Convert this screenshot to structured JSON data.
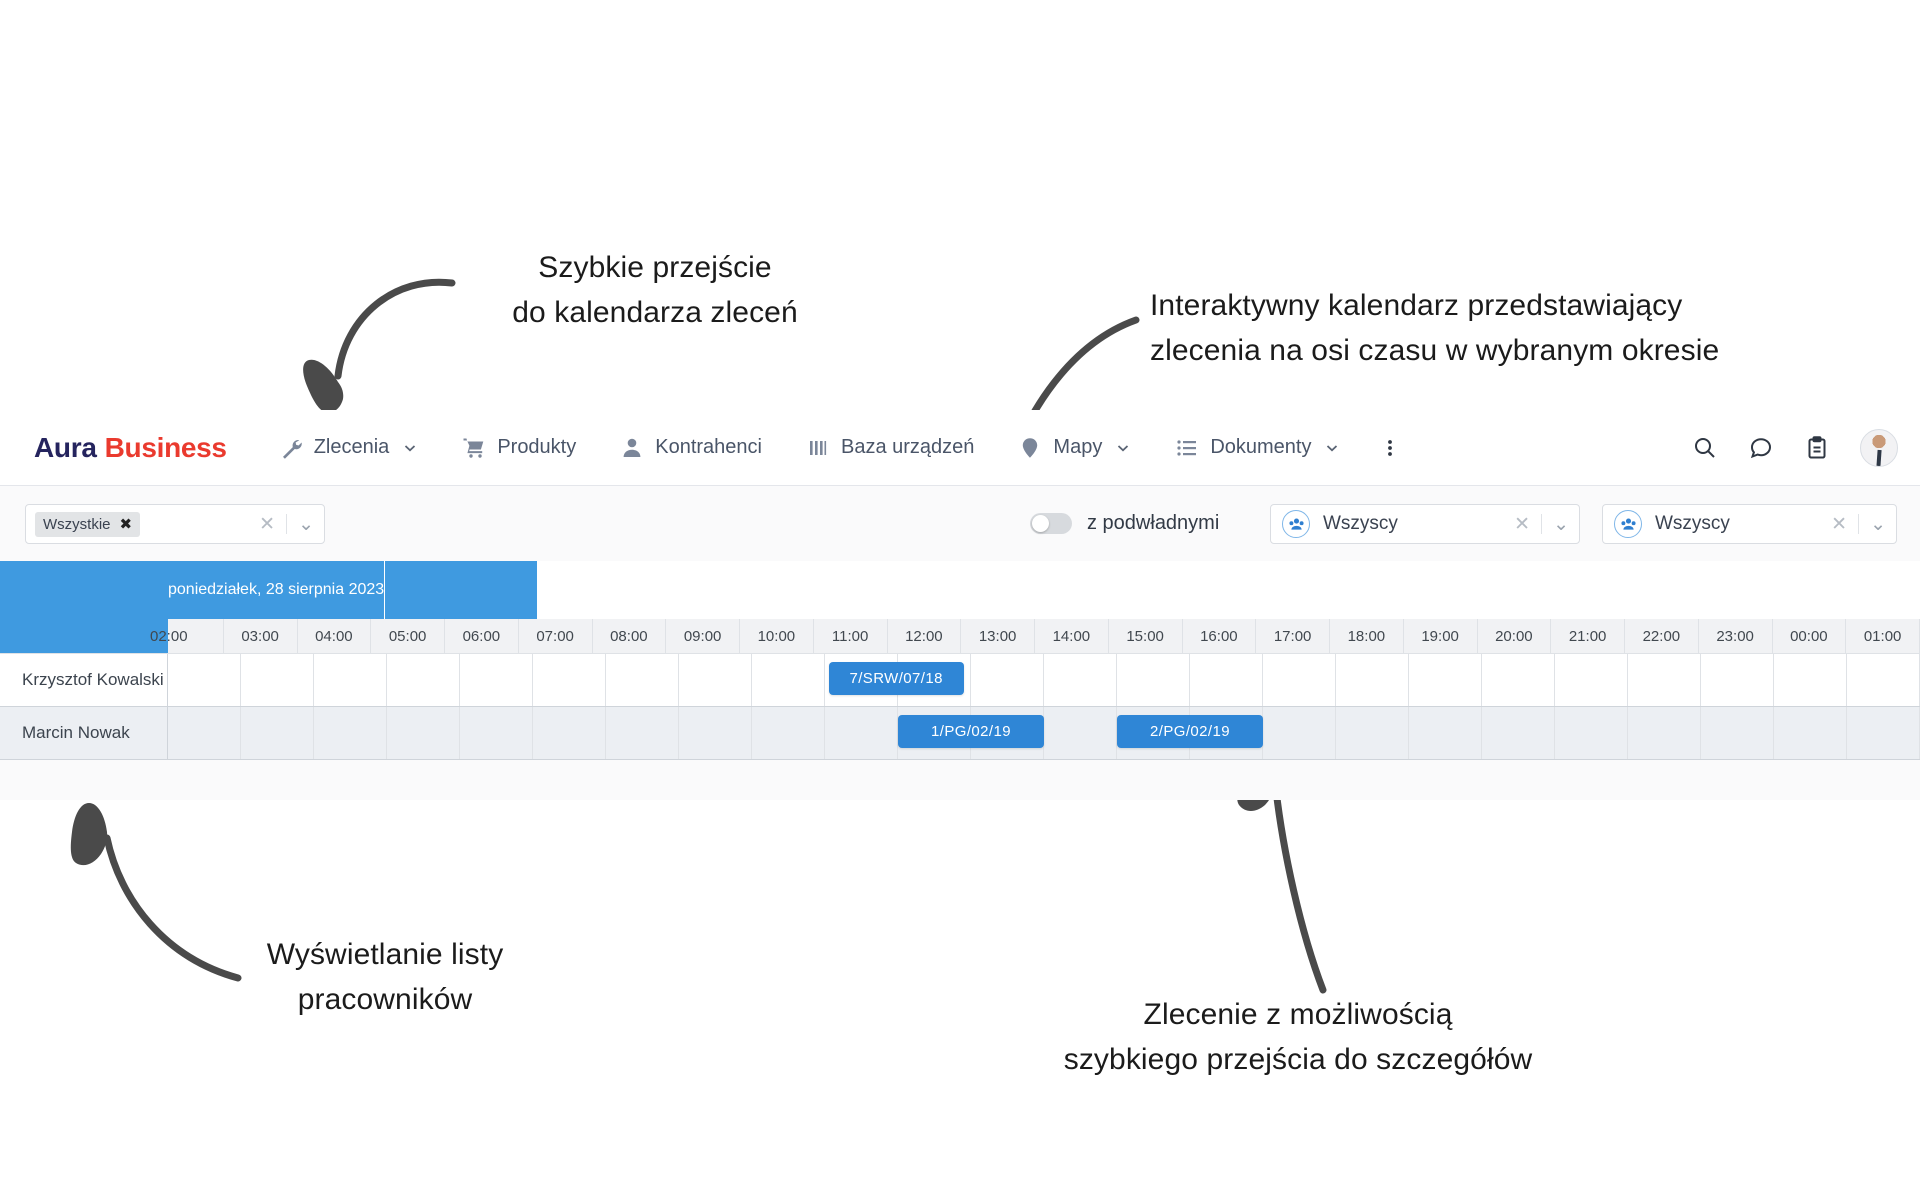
{
  "annotations": [
    {
      "id": "a1",
      "text": "Szybkie przejście\ndo kalendarza zleceń"
    },
    {
      "id": "a2",
      "text": "Interaktywny kalendarz przedstawiający\nzlecenia na osi czasu w wybranym okresie"
    },
    {
      "id": "a3",
      "text": "Wyświetlanie listy\npracowników"
    },
    {
      "id": "a4",
      "text": "Zlecenie z możliwością\nszybkiego przejścia do szczegółów"
    }
  ],
  "brand": {
    "first": "Aura",
    "second": "Business",
    "color_first": "#25245e",
    "color_second": "#ea3a2e"
  },
  "nav": {
    "items": [
      {
        "label": "Zlecenia",
        "icon": "wrench-icon",
        "caret": true
      },
      {
        "label": "Produkty",
        "icon": "cart-icon",
        "caret": false
      },
      {
        "label": "Kontrahenci",
        "icon": "person-icon",
        "caret": false
      },
      {
        "label": "Baza urządzeń",
        "icon": "bars-icon",
        "caret": false
      },
      {
        "label": "Mapy",
        "icon": "pin-icon",
        "caret": true
      },
      {
        "label": "Dokumenty",
        "icon": "list-icon",
        "caret": true
      }
    ],
    "overflow_icon": "more-vertical-icon",
    "right_icons": [
      "search-icon",
      "chat-icon",
      "clipboard-icon",
      "avatar"
    ]
  },
  "filters": {
    "status_select": {
      "chip": "Wszystkie",
      "chip_remove": "✖",
      "clear": "✕",
      "chevron": "⌄"
    },
    "toggle": {
      "label": "z podwładnymi",
      "on": false
    },
    "people_select_1": {
      "value": "Wszyscy",
      "icon": "group-icon",
      "clear": "✕",
      "chevron": "⌄"
    },
    "people_select_2": {
      "value": "Wszyscy",
      "icon": "group-icon",
      "clear": "✕",
      "chevron": "⌄"
    }
  },
  "calendar": {
    "day_label": "poniedziałek, 28 sierpnia 2023",
    "header_color": "#3f9ae0",
    "event_color": "#2f86d6",
    "times": [
      "02:00",
      "03:00",
      "04:00",
      "05:00",
      "06:00",
      "07:00",
      "08:00",
      "09:00",
      "10:00",
      "11:00",
      "12:00",
      "13:00",
      "14:00",
      "15:00",
      "16:00",
      "17:00",
      "18:00",
      "19:00",
      "20:00",
      "21:00",
      "22:00",
      "23:00",
      "00:00",
      "01:00"
    ],
    "rows": [
      {
        "name": "Krzysztof Kowalski",
        "events": [
          {
            "label": "7/SRW/07/18",
            "start_index": 9.05,
            "span": 1.85
          }
        ]
      },
      {
        "name": "Marcin Nowak",
        "events": [
          {
            "label": "1/PG/02/19",
            "start_index": 10.0,
            "span": 2.0
          },
          {
            "label": "2/PG/02/19",
            "start_index": 13.0,
            "span": 2.0
          }
        ]
      }
    ]
  }
}
